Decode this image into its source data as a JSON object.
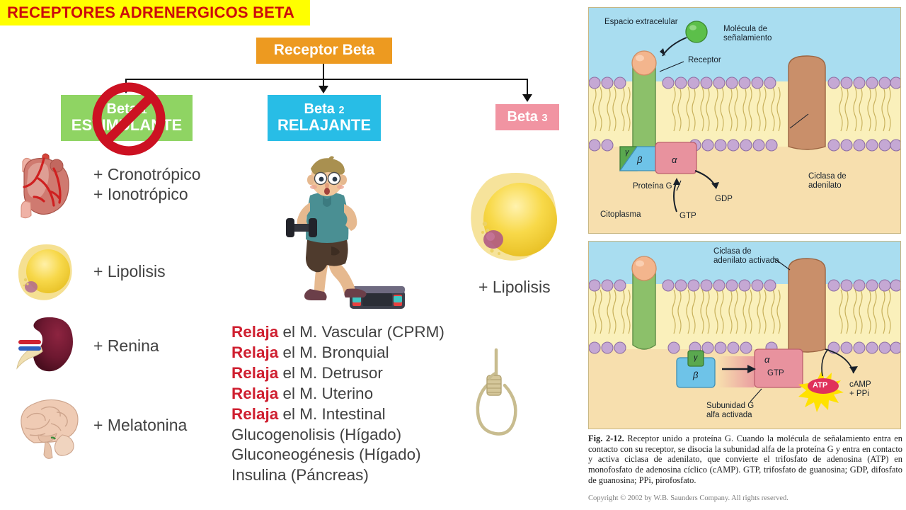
{
  "title": {
    "text": "RECEPTORES ADRENERGICOS BETA",
    "bg": "#ffff00",
    "color": "#cc0c0c"
  },
  "flow": {
    "root": {
      "label": "Receptor Beta",
      "color": "#ed9a20"
    },
    "nodes": [
      {
        "name": "beta1",
        "line1": "Beta 1",
        "line2": "ESTIMULANTE",
        "color": "#8fd463",
        "crossed_out": true
      },
      {
        "name": "beta2",
        "line1": "Beta 2",
        "line2": "RELAJANTE",
        "color": "#28bde6",
        "crossed_out": false
      },
      {
        "name": "beta3",
        "line1": "Beta 3",
        "line2": "",
        "color": "#f194a2",
        "crossed_out": false
      }
    ]
  },
  "beta1_effects": [
    {
      "icon": "heart-organ-icon",
      "lines": [
        "+ Cronotrópico",
        "+ Ionotrópico"
      ]
    },
    {
      "icon": "fat-cell-icon",
      "lines": [
        "+ Lipolisis"
      ]
    },
    {
      "icon": "kidney-organ-icon",
      "lines": [
        "+ Renina"
      ]
    },
    {
      "icon": "brain-organ-icon",
      "lines": [
        "+ Melatonina"
      ]
    }
  ],
  "beta2_effects": [
    {
      "keyword": "Relaja",
      "rest": " el M. Vascular (CPRM)"
    },
    {
      "keyword": "Relaja",
      "rest": " el M. Bronquial"
    },
    {
      "keyword": "Relaja",
      "rest": " el M. Detrusor"
    },
    {
      "keyword": "Relaja",
      "rest": " el M. Uterino"
    },
    {
      "keyword": "Relaja",
      "rest": " el M. Intestinal"
    },
    {
      "keyword": "",
      "rest": "Glucogenolisis (Hígado)"
    },
    {
      "keyword": "",
      "rest": "Gluconeogénesis (Hígado)"
    },
    {
      "keyword": "",
      "rest": "Insulina (Páncreas)"
    }
  ],
  "beta2_icons": [
    "athlete-exercising-icon"
  ],
  "beta3_effects": {
    "label": "+ Lipolisis",
    "icon": "fat-cell-icon",
    "extra_icon": "noose-icon"
  },
  "figure": {
    "panel_top_labels": {
      "extracellular": "Espacio extracelular",
      "signal_molecule": "Molécula de\nseñalamiento",
      "receptor": "Receptor",
      "g_protein": "Proteína G",
      "gamma": "γ",
      "beta": "β",
      "alpha": "α",
      "gdp": "GDP",
      "gtp": "GTP",
      "adenylate_cyclase": "Ciclasa de\nadenilato",
      "cytoplasm": "Citoplasma"
    },
    "panel_bottom_labels": {
      "adenylate_cyclase_active": "Ciclasa de\nadenilato activada",
      "gamma": "γ",
      "beta": "β",
      "alpha": "α",
      "gtp": "GTP",
      "g_alpha_active": "Subunidad G\nalfa activada",
      "atp": "ATP",
      "camp": "cAMP\n+ PPi"
    },
    "caption_label": "Fig. 2-12.",
    "caption_text": " Receptor unido a proteína G. Cuando la molécula de señalamiento entra en contacto con su receptor, se disocia la subunidad alfa de la proteína G y entra en contacto y activa ciclasa de adenilato, que convierte el trifosfato de adenosina (ATP) en monofosfato de adenosina cíclico (cAMP). GTP, trifosfato de guanosina; GDP, difosfato de guanosina; PPi, pirofosfato.",
    "copyright": "Copyright © 2002 by W.B. Saunders Company. All rights reserved."
  },
  "colors": {
    "receptor_protein": "#8cc06a",
    "cyclase_protein": "#c98f6a",
    "phospholipid_head": "#c5a8d4",
    "bilayer_tail": "#faf0bb",
    "extracellular": "#a9ddf0",
    "cytoplasm": "#f7dfae",
    "alpha_subunit": "#e8929e",
    "beta_subunit": "#6ec3e8",
    "gamma_subunit": "#5aa84f",
    "signal_molecule": "#5cbf4a",
    "ligand_ball": "#f3b58d",
    "atp_badge": "#e0315b",
    "atp_burst": "#ffe200"
  }
}
